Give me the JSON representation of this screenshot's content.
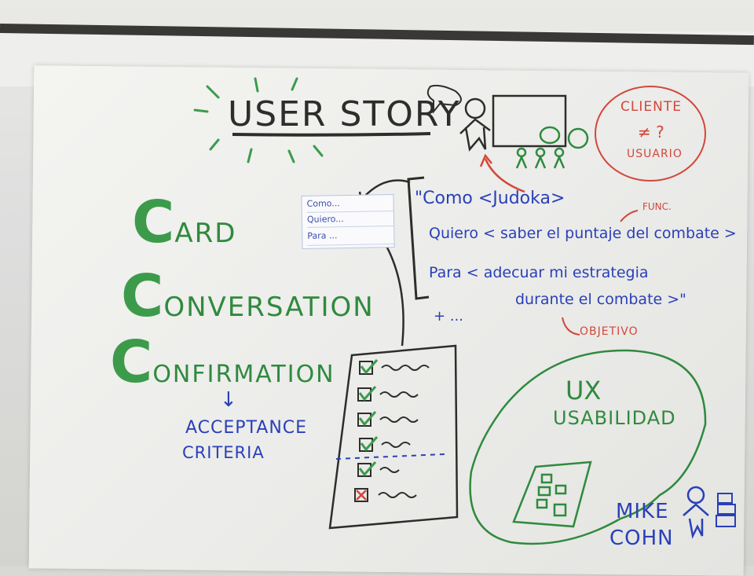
{
  "title": "USER STORY",
  "cliente_bubble": {
    "line1": "CLIENTE",
    "line2": "≠ ?",
    "line3": "USUARIO"
  },
  "three_cs": {
    "c1_letter": "C",
    "c1_rest": "ARD",
    "c2_letter": "C",
    "c2_rest": "ONVERSATION",
    "c3_letter": "C",
    "c3_rest": "ONFIRMATION"
  },
  "card_note": {
    "line1": "Como...",
    "line2": "Quiero...",
    "line3": "Para ..."
  },
  "story": {
    "line1": "\"Como <Judoka>",
    "line2": "Quiero < saber el puntaje del combate >",
    "line3": "Para < adecuar mi estrategia",
    "line4": "durante el combate >\"",
    "line5": "+ ..."
  },
  "annotations": {
    "func": "FUNC.",
    "objetivo": "OBJETIVO"
  },
  "acceptance": {
    "arrow": "↓",
    "line1": "ACCEPTANCE",
    "line2": "CRITERIA"
  },
  "ux": {
    "line1": "UX",
    "line2": "USABILIDAD"
  },
  "author": {
    "line1": "MIKE",
    "line2": "COHN"
  },
  "colors": {
    "green": "#2f8a3e",
    "blue": "#2a40b8",
    "red": "#d2473a",
    "black": "#2d2d2b"
  }
}
